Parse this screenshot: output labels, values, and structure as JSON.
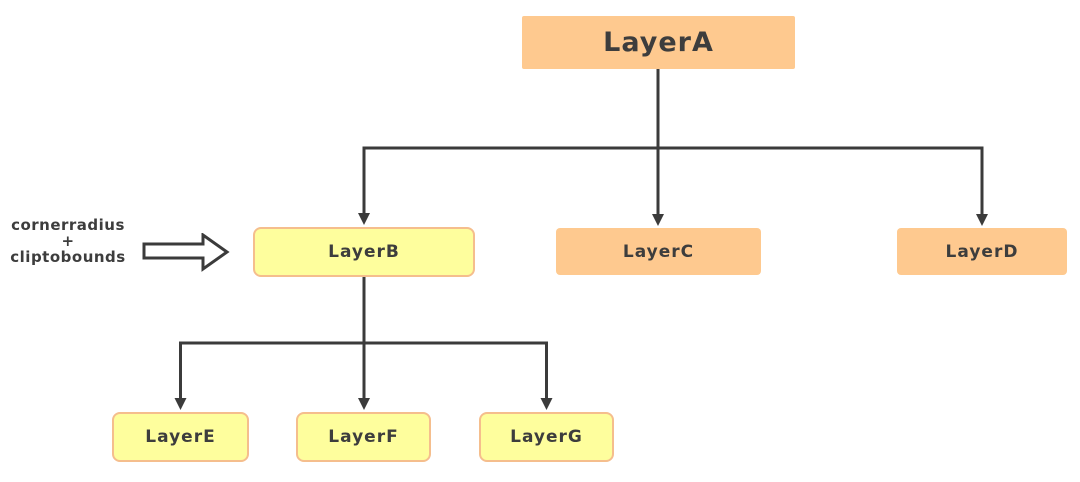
{
  "diagram": {
    "background": "#ffffff",
    "nodes": {
      "layer_a": {
        "label": "LayerA",
        "style": "orange",
        "level": 1
      },
      "layer_b": {
        "label": "LayerB",
        "style": "yellow",
        "level": 2
      },
      "layer_c": {
        "label": "LayerC",
        "style": "orange",
        "level": 2
      },
      "layer_d": {
        "label": "LayerD",
        "style": "orange",
        "level": 2
      },
      "layer_e": {
        "label": "LayerE",
        "style": "yellow",
        "level": 3
      },
      "layer_f": {
        "label": "LayerF",
        "style": "yellow",
        "level": 3
      },
      "layer_g": {
        "label": "LayerG",
        "style": "yellow",
        "level": 3
      }
    },
    "edges": [
      {
        "from": "LayerA",
        "to": "LayerB"
      },
      {
        "from": "LayerA",
        "to": "LayerC"
      },
      {
        "from": "LayerA",
        "to": "LayerD"
      },
      {
        "from": "LayerB",
        "to": "LayerE"
      },
      {
        "from": "LayerB",
        "to": "LayerF"
      },
      {
        "from": "LayerB",
        "to": "LayerG"
      }
    ],
    "annotation": {
      "lines": [
        "cornerradius",
        "+",
        "cliptobounds"
      ],
      "target": "LayerB"
    },
    "colors": {
      "orange_fill": "#FEC98F",
      "yellow_fill": "#FEFE9D",
      "yellow_border": "#F5BE8D",
      "line_color": "#3B3B3B",
      "text_color": "#3D3D3D"
    }
  }
}
